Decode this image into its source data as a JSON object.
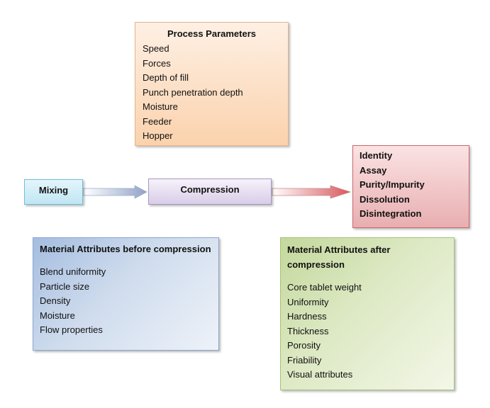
{
  "process_parameters": {
    "title": "Process Parameters",
    "items": [
      "Speed",
      "Forces",
      "Depth of fill",
      "Punch penetration depth",
      "Moisture",
      "Feeder",
      "Hopper"
    ]
  },
  "quality_attributes": {
    "items": [
      "Identity",
      "Assay",
      "Purity/Impurity",
      "Dissolution",
      "Disintegration"
    ]
  },
  "mixing": {
    "label": "Mixing"
  },
  "compression": {
    "label": "Compression"
  },
  "material_before": {
    "title": "Material Attributes before compression",
    "items": [
      "Blend uniformity",
      "Particle size",
      "Density",
      "Moisture",
      "Flow properties"
    ]
  },
  "material_after": {
    "title": "Material Attributes after compression",
    "items": [
      "Core tablet weight",
      "Uniformity",
      "Hardness",
      "Thickness",
      "Porosity",
      "Friability",
      "Visual attributes"
    ]
  },
  "colors": {
    "process_fill": "#fbd2ad",
    "quality_fill": "#e8aeb0",
    "mixing_fill": "#c0e6f3",
    "compression_fill": "#d9cde8",
    "before_fill": "#a5bde0",
    "after_fill": "#c4d89c",
    "arrow_blue": "#8fa3c8",
    "arrow_red": "#d7585c"
  }
}
